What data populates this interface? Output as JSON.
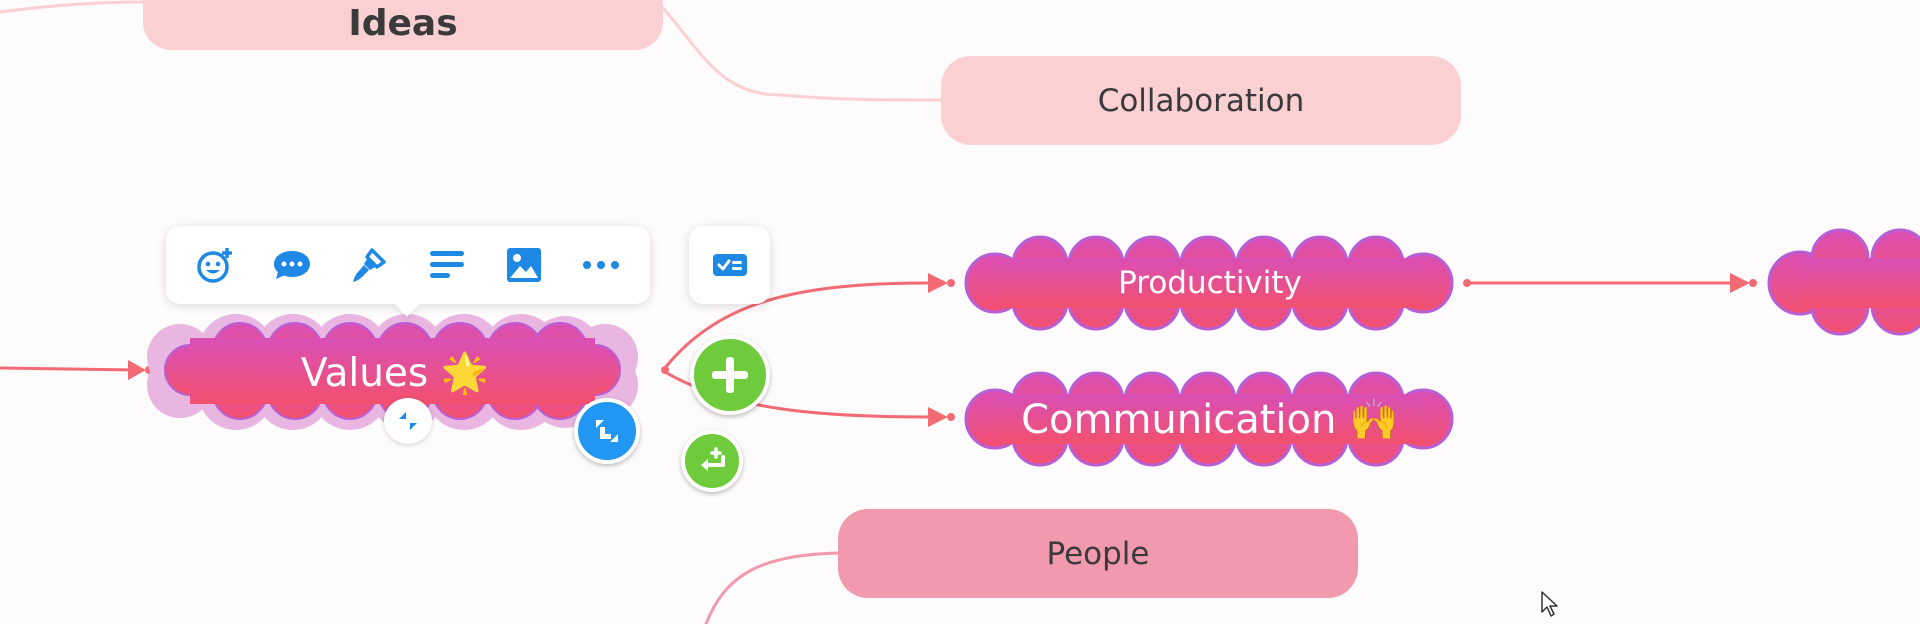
{
  "nodes": {
    "ideas": "Ideas",
    "collaboration": "Collaboration",
    "values": "Values 🌟",
    "productivity": "Productivity",
    "communication": "Communication 🙌",
    "people": "People"
  },
  "colors": {
    "connector": "#f26b74",
    "cloud_top": "#d94fb6",
    "cloud_bottom": "#f2506e",
    "cloud_outline": "#b85fd6",
    "pill_light": "#fbd0d3",
    "pill_dark": "#f19aae",
    "toolbar_icon": "#1e88e5",
    "add_green": "#6fcb3c",
    "expand_blue": "#2196f3"
  },
  "toolbar": {
    "buttons": [
      "emoji-add-icon",
      "comment-icon",
      "brush-icon",
      "text-align-icon",
      "image-icon",
      "more-icon"
    ],
    "extra": "task-icon"
  },
  "controls": [
    "add-child-icon",
    "add-sibling-icon",
    "expand-icon",
    "collapse-icon"
  ],
  "cursor": "pointer-cursor"
}
